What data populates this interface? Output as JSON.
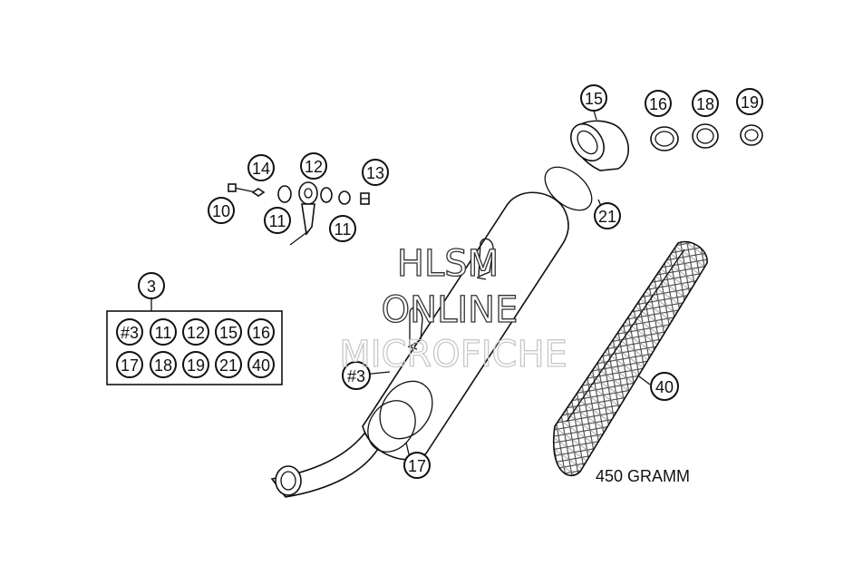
{
  "callouts": {
    "c3": "3",
    "c10": "10",
    "c11a": "11",
    "c11b": "11",
    "c12": "12",
    "c13": "13",
    "c14": "14",
    "c15": "15",
    "c16": "16",
    "c17": "17",
    "c18": "18",
    "c19": "19",
    "c21": "21",
    "c40": "40",
    "c_hash3": "#3"
  },
  "kit": {
    "items": [
      "#3",
      "11",
      "12",
      "15",
      "16",
      "17",
      "18",
      "19",
      "21",
      "40"
    ]
  },
  "note": "450 GRAMM",
  "watermark": {
    "line1": "HLSM",
    "line2": "ONLINE",
    "line3": "MICROFICHE"
  },
  "colors": {
    "ink": "#111111",
    "background": "#ffffff"
  }
}
